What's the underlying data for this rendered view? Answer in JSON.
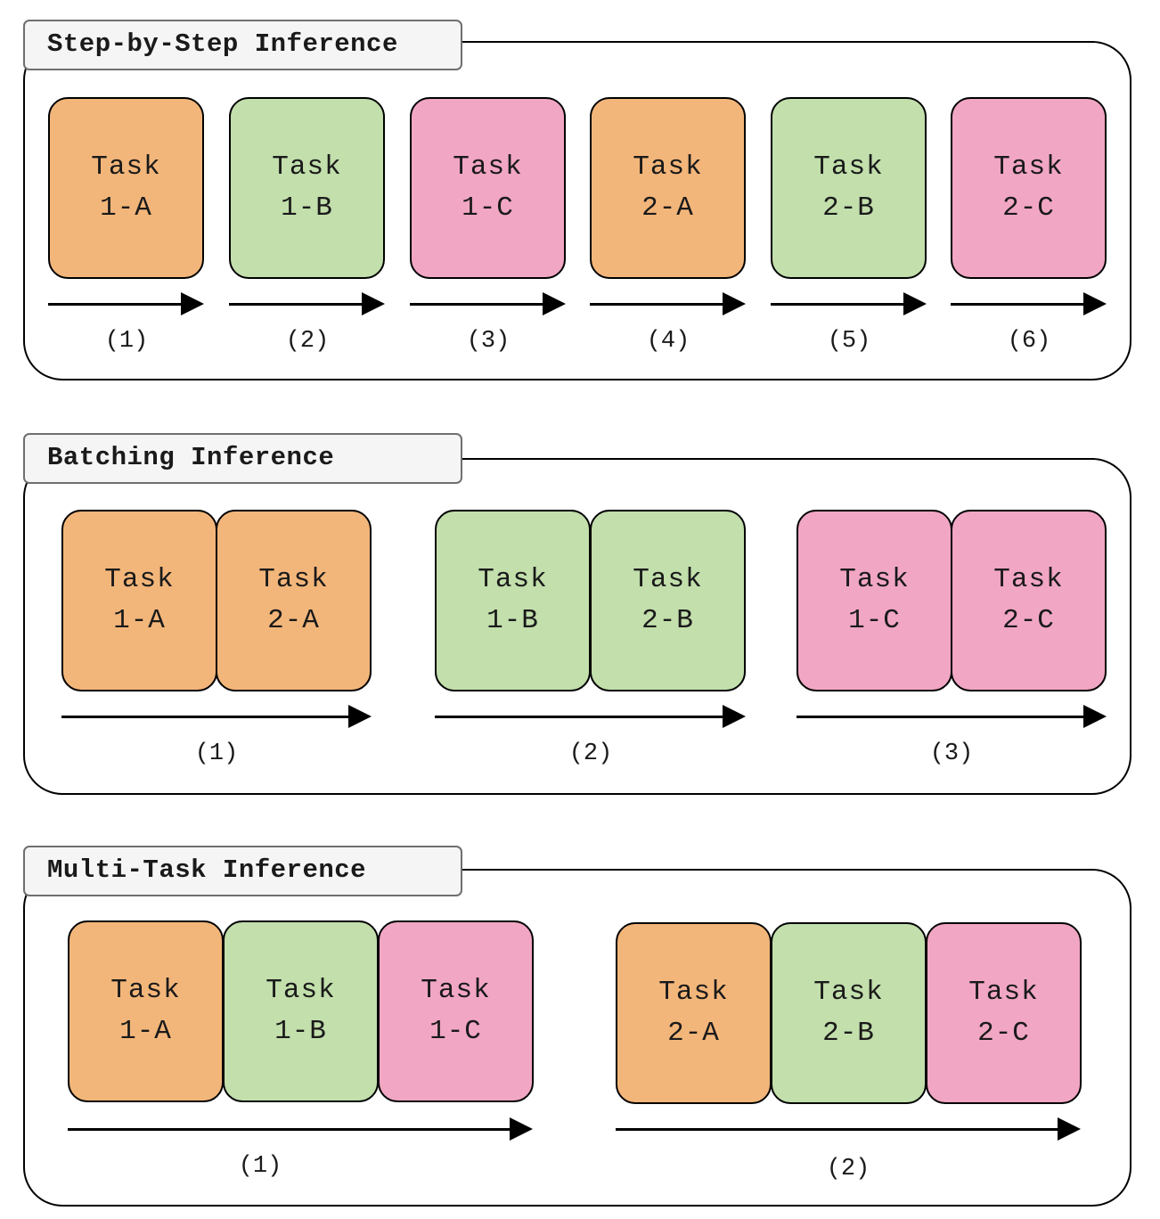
{
  "colors": {
    "orange": "#f3b67a",
    "green": "#c2dfac",
    "pink": "#f1a6c4",
    "tab_bg": "#f5f5f5"
  },
  "sections": [
    {
      "title": "Step-by-Step Inference",
      "groups": [
        {
          "tasks": [
            {
              "line1": "Task",
              "line2": "1-A",
              "color": "orange"
            }
          ],
          "step": "(1)"
        },
        {
          "tasks": [
            {
              "line1": "Task",
              "line2": "1-B",
              "color": "green"
            }
          ],
          "step": "(2)"
        },
        {
          "tasks": [
            {
              "line1": "Task",
              "line2": "1-C",
              "color": "pink"
            }
          ],
          "step": "(3)"
        },
        {
          "tasks": [
            {
              "line1": "Task",
              "line2": "2-A",
              "color": "orange"
            }
          ],
          "step": "(4)"
        },
        {
          "tasks": [
            {
              "line1": "Task",
              "line2": "2-B",
              "color": "green"
            }
          ],
          "step": "(5)"
        },
        {
          "tasks": [
            {
              "line1": "Task",
              "line2": "2-C",
              "color": "pink"
            }
          ],
          "step": "(6)"
        }
      ]
    },
    {
      "title": "Batching Inference",
      "groups": [
        {
          "tasks": [
            {
              "line1": "Task",
              "line2": "1-A",
              "color": "orange"
            },
            {
              "line1": "Task",
              "line2": "2-A",
              "color": "orange"
            }
          ],
          "step": "(1)"
        },
        {
          "tasks": [
            {
              "line1": "Task",
              "line2": "1-B",
              "color": "green"
            },
            {
              "line1": "Task",
              "line2": "2-B",
              "color": "green"
            }
          ],
          "step": "(2)"
        },
        {
          "tasks": [
            {
              "line1": "Task",
              "line2": "1-C",
              "color": "pink"
            },
            {
              "line1": "Task",
              "line2": "2-C",
              "color": "pink"
            }
          ],
          "step": "(3)"
        }
      ]
    },
    {
      "title": "Multi-Task Inference",
      "groups": [
        {
          "tasks": [
            {
              "line1": "Task",
              "line2": "1-A",
              "color": "orange"
            },
            {
              "line1": "Task",
              "line2": "1-B",
              "color": "green"
            },
            {
              "line1": "Task",
              "line2": "1-C",
              "color": "pink"
            }
          ],
          "step": "(1)"
        },
        {
          "tasks": [
            {
              "line1": "Task",
              "line2": "2-A",
              "color": "orange"
            },
            {
              "line1": "Task",
              "line2": "2-B",
              "color": "green"
            },
            {
              "line1": "Task",
              "line2": "2-C",
              "color": "pink"
            }
          ],
          "step": "(2)"
        }
      ]
    }
  ]
}
